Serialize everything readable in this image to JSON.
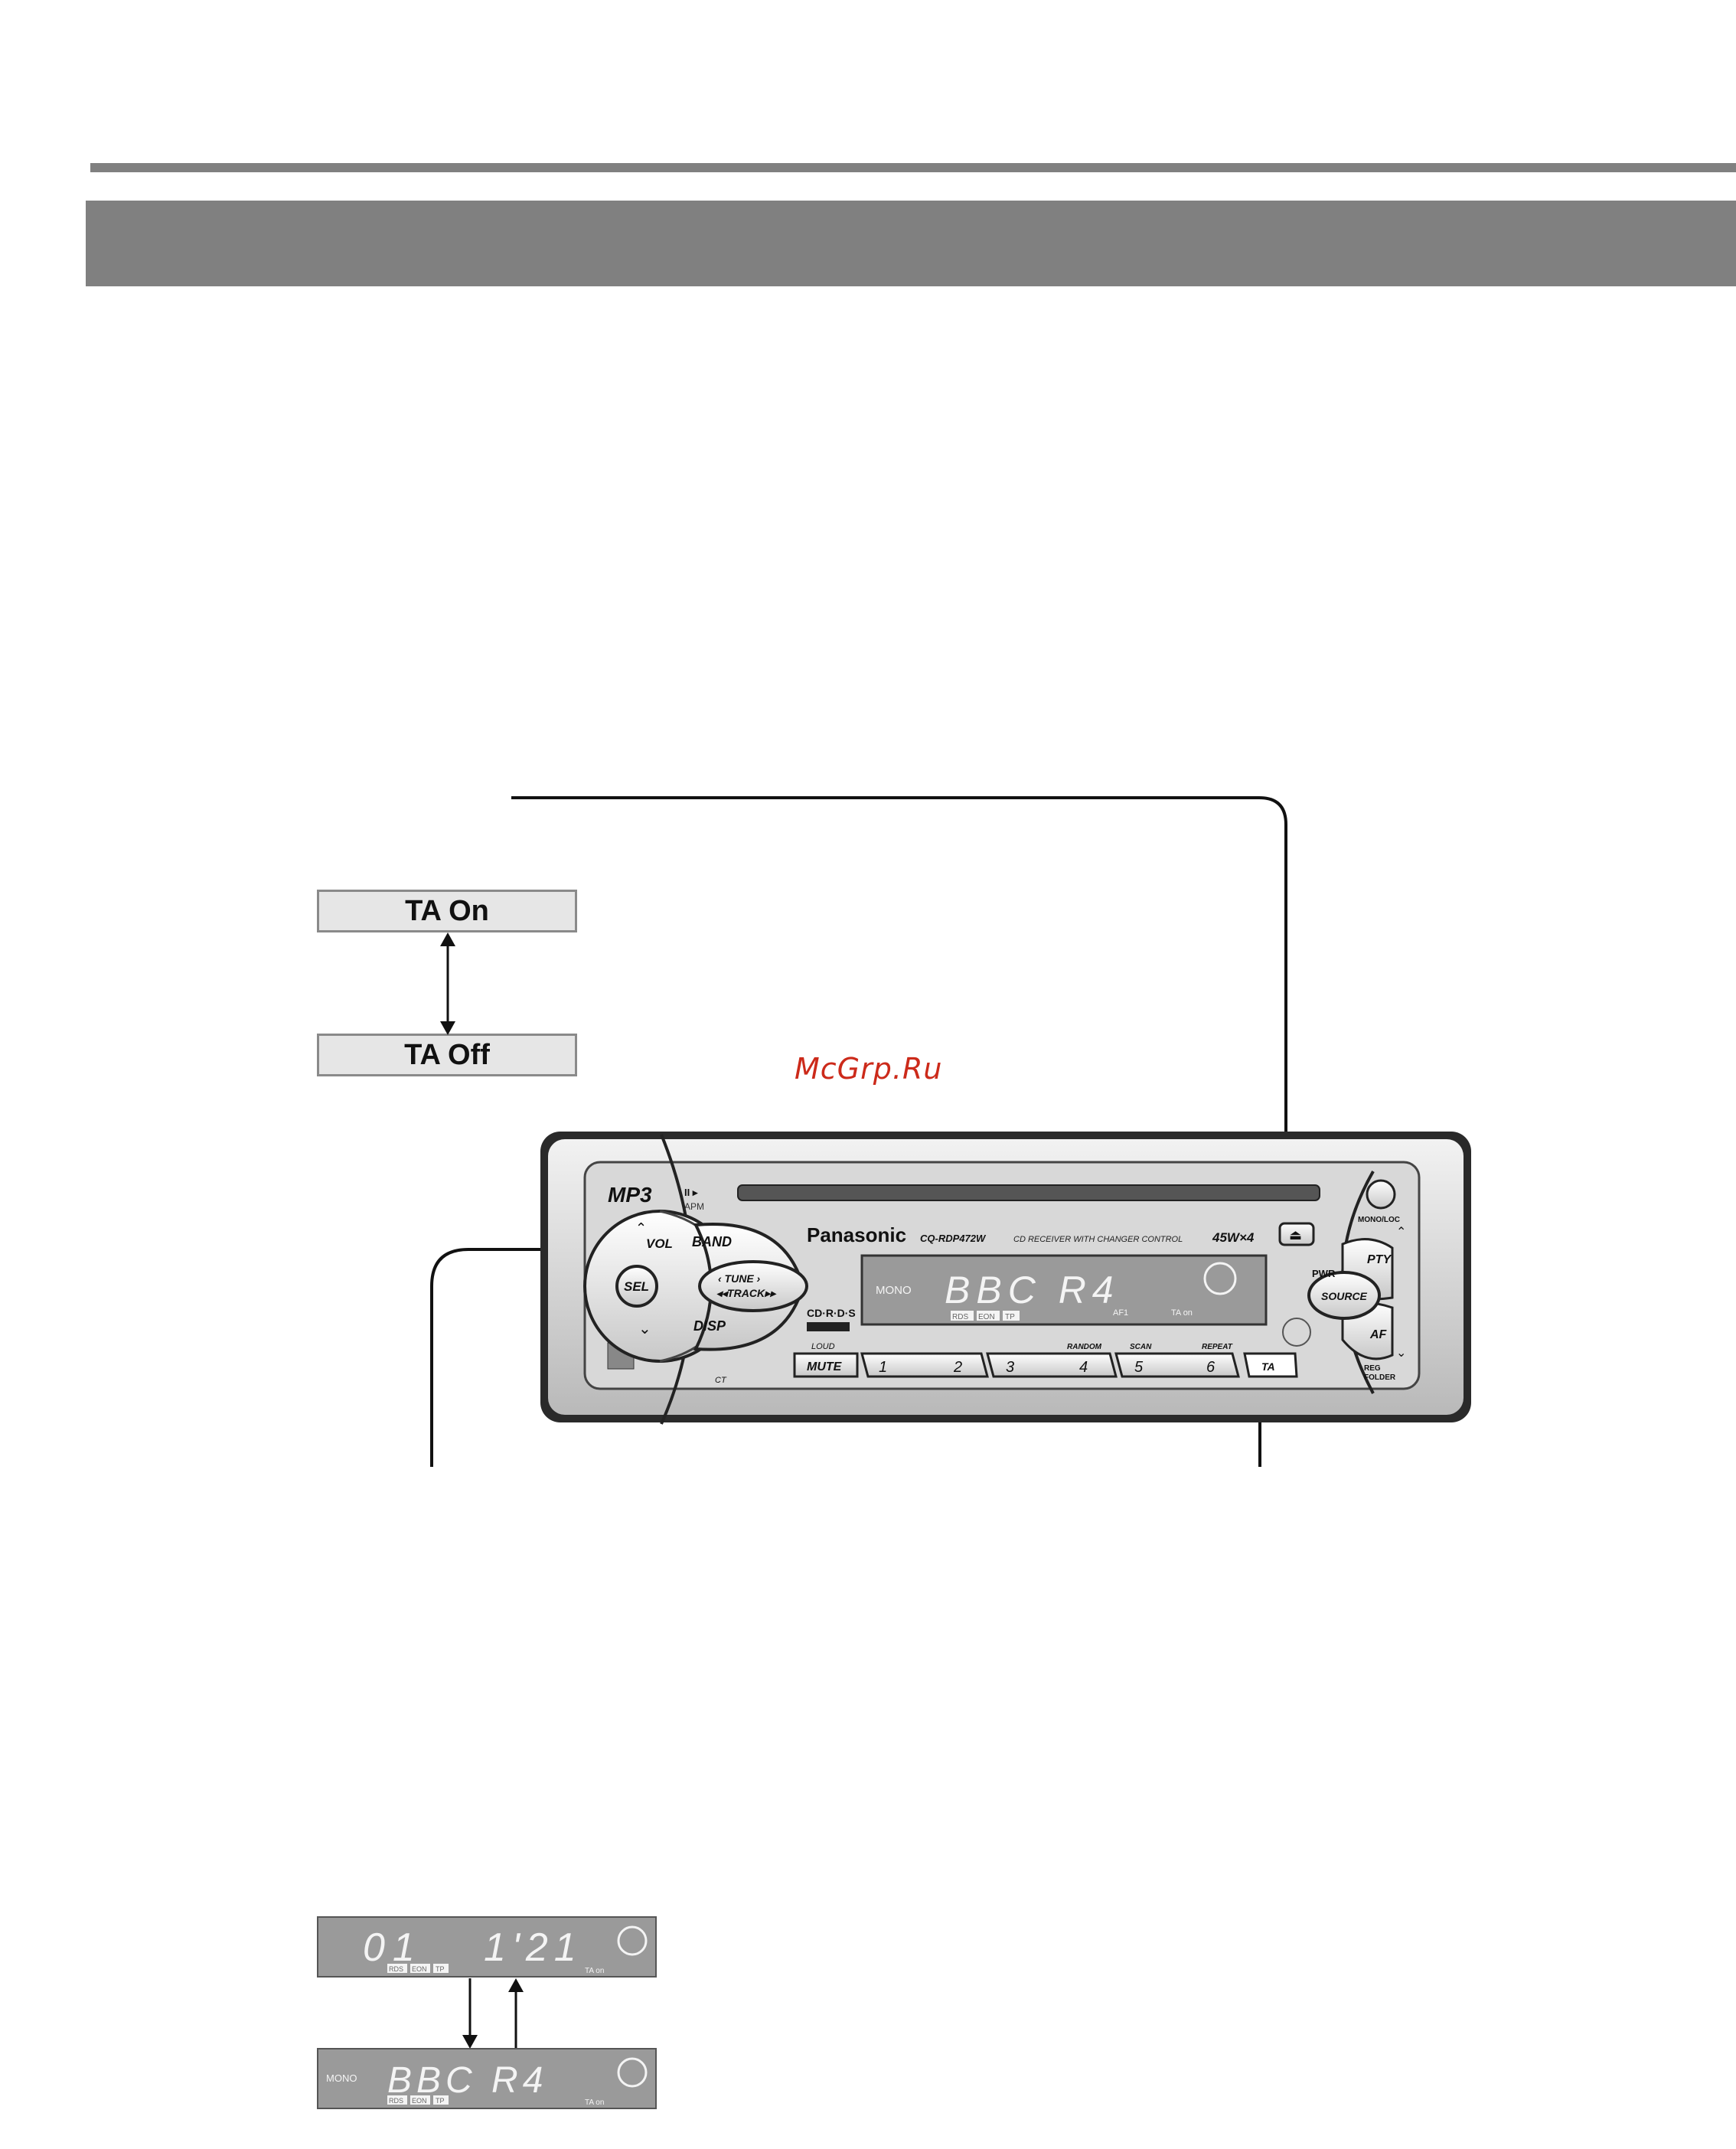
{
  "watermark": "McGrp.Ru",
  "ta_toggle": {
    "on_label": "TA On",
    "off_label": "TA Off"
  },
  "radio": {
    "brand": "Panasonic",
    "model": "CQ-RDP472W",
    "model_desc": "CD RECEIVER WITH CHANGER CONTROL",
    "power": "45W×4",
    "mp3_logo": "MP3",
    "apm_label": "APM",
    "band_label": "BAND",
    "vol_label": "VOL",
    "sel_label": "SEL",
    "disp_label": "DISP",
    "tune_label": "‹ TUNE ›",
    "track_label": "◂◂TRACK▸▸",
    "cdrds_label": "CD·R·D·S",
    "mute_label": "MUTE",
    "loud_label": "LOUD",
    "ct_label": "CT",
    "presets": [
      "1",
      "2",
      "3",
      "4",
      "5",
      "6"
    ],
    "random_label": "RANDOM",
    "scan_label": "SCAN",
    "repeat_label": "REPEAT",
    "ta_button": "TA",
    "pty_label": "PTY",
    "af_label": "AF",
    "source_label": "SOURCE",
    "pwr_label": "PWR",
    "mono_loc_label": "MONO/LOC",
    "reg_folder_label": "REG\nFOLDER",
    "display": {
      "mono": "MONO",
      "segment": "BBC R4",
      "indicators": [
        "RDS",
        "EON",
        "TP"
      ],
      "af_ind": "AF1",
      "ta_ind": "TA on"
    }
  },
  "example_displays": {
    "top": {
      "segment_left": "01",
      "segment_right": "1'21",
      "indicators": [
        "RDS",
        "EON",
        "TP"
      ],
      "ta_ind": "TA on"
    },
    "bottom": {
      "mono": "MONO",
      "segment": "BBC R4",
      "indicators": [
        "RDS",
        "EON",
        "TP"
      ],
      "ta_ind": "TA on"
    }
  }
}
